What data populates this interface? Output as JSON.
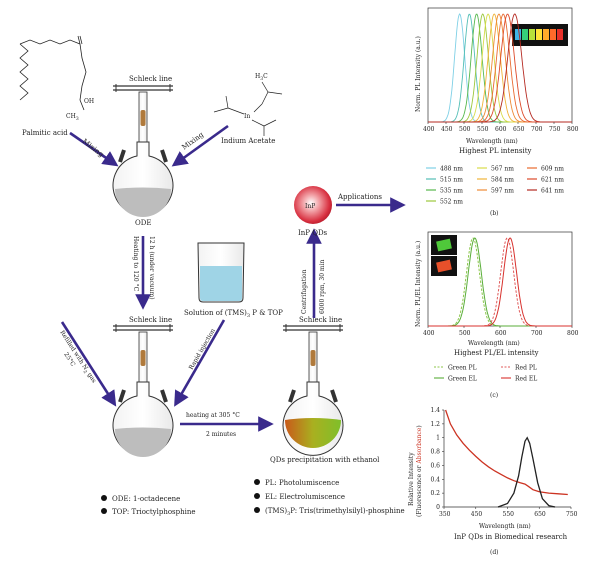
{
  "scheme": {
    "palmitic": {
      "label": "Palmitic acid",
      "oh": "OH",
      "ch3": "CH",
      "ch3_sub": "3"
    },
    "indium": {
      "label": "Indium Acetate",
      "h3c": "H",
      "h3c_sub": "3",
      "h3c_c": "C",
      "atom": "In"
    },
    "mixing_left": "Mixing",
    "mixing_right": "Mixing",
    "schleck_line": "Schleck line",
    "ode": "ODE",
    "heating_120": "Heating to 120 °C",
    "vacuum_12h": "12 h (under vacuum)",
    "refilled": "Refilled with N",
    "refilled_sub": "2",
    "refilled_tail": " gas",
    "temp_25": "25°C",
    "beaker_label_a": "Solution of (TMS)",
    "beaker_label_sub": "3",
    "beaker_label_b": " P & TOP",
    "rapid_injection": "Rapid injection",
    "heating_305": "heating at 305 °C",
    "two_minutes": "2 minutes",
    "precipitation": "QDs precipitation with ethanol",
    "centrifugation": "Centrifugation",
    "rpm": "6000 rpm, 30 min",
    "inp_label": "InP",
    "inp_qds": "InP QDs",
    "applications": "Applications"
  },
  "legend_left": [
    {
      "text": "ODE: 1-octadecene"
    },
    {
      "text": "TOP: Trioctylphosphine"
    }
  ],
  "legend_right": [
    {
      "text": "PL: Photolumiscence"
    },
    {
      "text": "EL: Electrolumiscence"
    },
    {
      "text_a": "(TMS)",
      "sub": "3",
      "text_b": "P: Tris(trimethylsilyl)-phosphine"
    }
  ],
  "chart_data": [
    {
      "type": "line",
      "panel": "(b)",
      "title": "Highest PL intensity",
      "xlabel": "Wavelength (nm)",
      "ylabel": "Norm. PL Intensity (a.u.)",
      "xlim": [
        400,
        800
      ],
      "xticks": [
        400,
        450,
        500,
        550,
        600,
        650,
        700,
        750,
        800
      ],
      "series": [
        {
          "name": "488 nm",
          "peak": 488,
          "color": "#7fd0e6"
        },
        {
          "name": "515 nm",
          "peak": 515,
          "color": "#54bfb6"
        },
        {
          "name": "535 nm",
          "peak": 535,
          "color": "#56b84e"
        },
        {
          "name": "552 nm",
          "peak": 552,
          "color": "#9cc83c"
        },
        {
          "name": "567 nm",
          "peak": 567,
          "color": "#d8dc4a"
        },
        {
          "name": "584 nm",
          "peak": 584,
          "color": "#f0b33a"
        },
        {
          "name": "597 nm",
          "peak": 597,
          "color": "#ee8a35"
        },
        {
          "name": "609 nm",
          "peak": 609,
          "color": "#e96a30"
        },
        {
          "name": "621 nm",
          "peak": 621,
          "color": "#dd4a2a"
        },
        {
          "name": "641 nm",
          "peak": 641,
          "color": "#b52a22"
        }
      ]
    },
    {
      "type": "line",
      "panel": "(c)",
      "title": "Highest PL/EL intensity",
      "xlabel": "Wavelength (nm)",
      "ylabel": "Norm. PL/EL Intensity (a.u.)",
      "xlim": [
        400,
        800
      ],
      "xticks": [
        400,
        500,
        600,
        700,
        800
      ],
      "series": [
        {
          "name": "Green PL",
          "peak": 525,
          "color": "#8cc64a",
          "dash": true
        },
        {
          "name": "Green EL",
          "peak": 530,
          "color": "#5aae3a",
          "dash": false
        },
        {
          "name": "Red PL",
          "peak": 620,
          "color": "#e05a5a",
          "dash": true
        },
        {
          "name": "Red EL",
          "peak": 628,
          "color": "#d8322e",
          "dash": false
        }
      ]
    },
    {
      "type": "line",
      "panel": "(d)",
      "title": "InP QDs in Biomedical research",
      "xlabel": "Wavelength (nm)",
      "ylabel_a": "Relative Intensity",
      "ylabel_b1": "(Fluorescence or ",
      "ylabel_b2": "Absorbance",
      "ylabel_b3": ")",
      "xlim": [
        350,
        750
      ],
      "ylim": [
        0,
        1.4
      ],
      "xticks": [
        350,
        450,
        550,
        650,
        750
      ],
      "yticks": [
        "0",
        "0.2",
        "0.4",
        "0.6",
        "0.8",
        "1",
        "1.2",
        "1.4"
      ],
      "series": [
        {
          "name": "Absorbance",
          "color": "#cc3322",
          "x": [
            355,
            370,
            390,
            410,
            430,
            450,
            470,
            490,
            510,
            530,
            550,
            570,
            590,
            605,
            615,
            630,
            650,
            680,
            710,
            740
          ],
          "y": [
            1.4,
            1.2,
            1.04,
            0.92,
            0.82,
            0.73,
            0.65,
            0.58,
            0.52,
            0.47,
            0.42,
            0.38,
            0.35,
            0.33,
            0.3,
            0.25,
            0.22,
            0.2,
            0.19,
            0.18
          ]
        },
        {
          "name": "Fluorescence",
          "color": "#222222",
          "x": [
            520,
            550,
            570,
            585,
            595,
            605,
            612,
            620,
            630,
            645,
            660,
            680,
            700
          ],
          "y": [
            0,
            0.05,
            0.2,
            0.45,
            0.72,
            0.95,
            1.0,
            0.92,
            0.7,
            0.35,
            0.12,
            0.02,
            0
          ]
        }
      ]
    }
  ]
}
